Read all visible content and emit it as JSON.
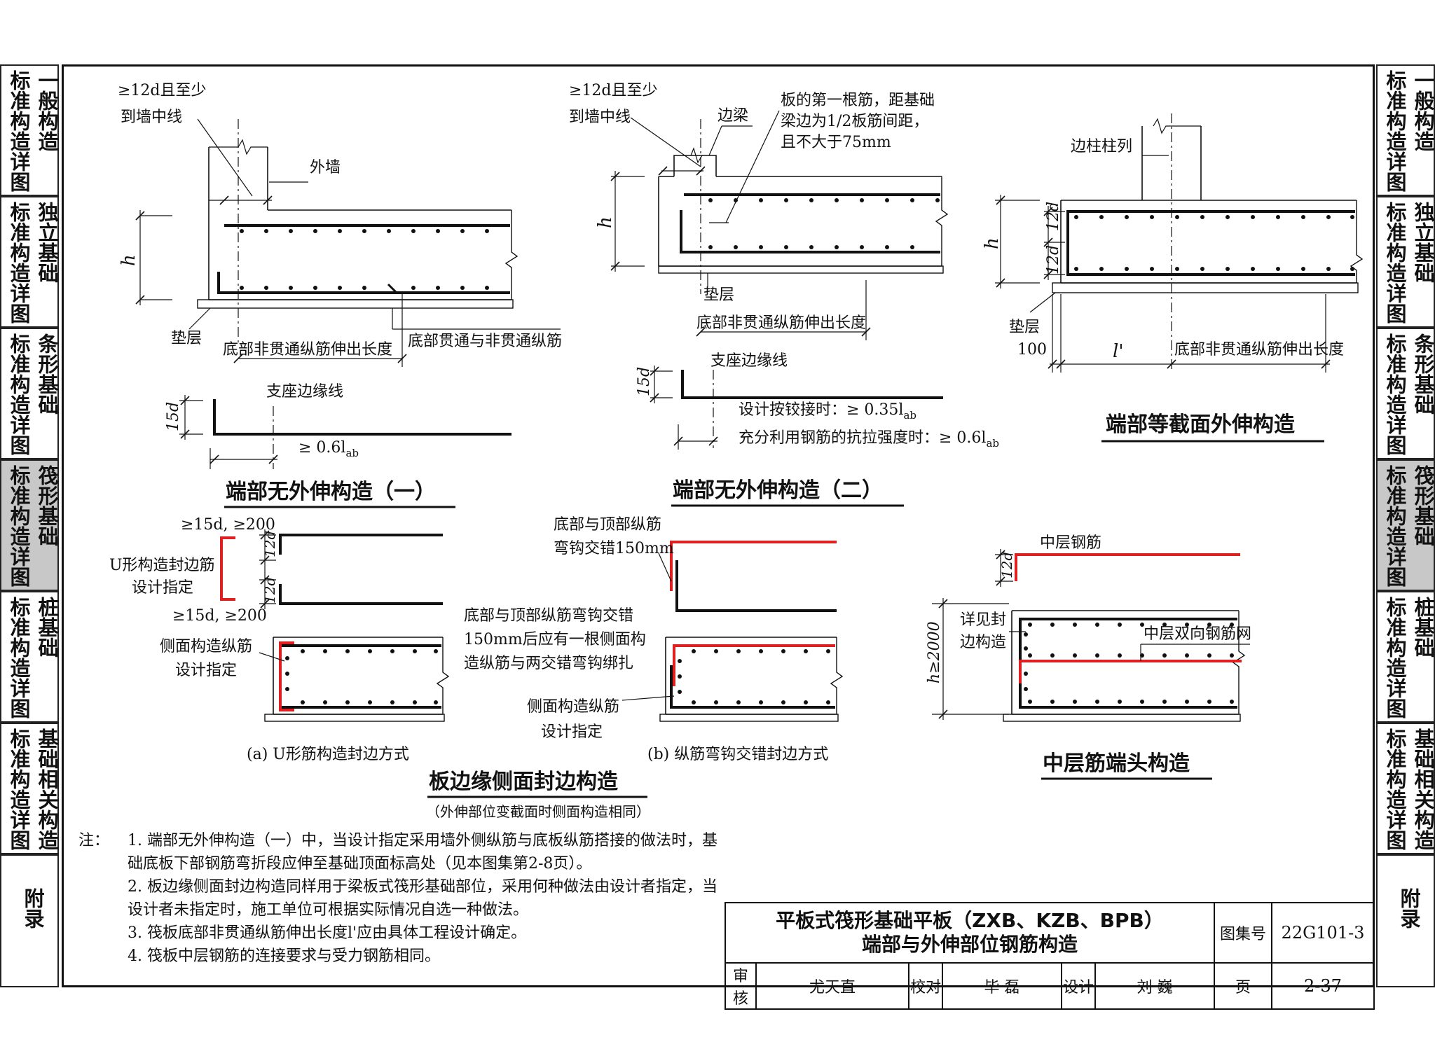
{
  "sidebar_left": [
    {
      "col1": "标准构造详图",
      "col2": "一般构造",
      "active": false
    },
    {
      "col1": "标准构造详图",
      "col2": "独立基础",
      "active": false
    },
    {
      "col1": "标准构造详图",
      "col2": "条形基础",
      "active": false
    },
    {
      "col1": "标准构造详图",
      "col2": "筏形基础",
      "active": true
    },
    {
      "col1": "标准构造详图",
      "col2": "桩基础",
      "active": false
    },
    {
      "col1": "标准构造详图",
      "col2": "基础相关构造",
      "active": false
    },
    {
      "col1": "附录",
      "col2": "",
      "active": false
    }
  ],
  "sidebar_right": [
    {
      "col1": "标准构造详图",
      "col2": "一般构造",
      "active": false
    },
    {
      "col1": "标准构造详图",
      "col2": "独立基础",
      "active": false
    },
    {
      "col1": "标准构造详图",
      "col2": "条形基础",
      "active": false
    },
    {
      "col1": "标准构造详图",
      "col2": "筏形基础",
      "active": true
    },
    {
      "col1": "标准构造详图",
      "col2": "桩基础",
      "active": false
    },
    {
      "col1": "标准构造详图",
      "col2": "基础相关构造",
      "active": false
    },
    {
      "col1": "附录",
      "col2": "",
      "active": false
    }
  ],
  "diagrams": {
    "d1": {
      "title": "端部无外伸构造（一）",
      "l_12d": "≥12d且至少",
      "l_wall": "到墙中线",
      "l_outer_wall": "外墙",
      "l_h": "h",
      "l_cushion": "垫层",
      "l_bottom_ext": "底部非贯通纵筋伸出长度",
      "l_bottom_through": "底部贯通与非贯通纵筋",
      "l_support": "支座边缘线",
      "l_15d": "15d",
      "l_06": "≥ 0.6l",
      "l_06_sub": "ab"
    },
    "d2": {
      "title": "端部无外伸构造（二）",
      "l_12d": "≥12d且至少",
      "l_wall": "到墙中线",
      "l_edge_beam": "边梁",
      "l_first_bar1": "板的第一根筋，距基础",
      "l_first_bar2": "梁边为1/2板筋间距，",
      "l_first_bar3": "且不大于75mm",
      "l_h": "h",
      "l_cushion": "垫层",
      "l_bottom_ext": "底部非贯通纵筋伸出长度",
      "l_support": "支座边缘线",
      "l_15d": "15d",
      "l_hinge": "设计按铰接时：≥ 0.35l",
      "l_hinge_sub": "ab",
      "l_full": "充分利用钢筋的抗拉强度时：≥ 0.6l",
      "l_full_sub": "ab"
    },
    "d3": {
      "title": "端部等截面外伸构造",
      "l_col": "边柱柱列",
      "l_12d_a": "12d",
      "l_12d_b": "12d",
      "l_h": "h",
      "l_cushion": "垫层",
      "l_100": "100",
      "l_lprime": "l'",
      "l_bottom_ext": "底部非贯通纵筋伸出长度"
    },
    "d4": {
      "title": "板边缘侧面封边构造",
      "subtitle": "（外伸部位变截面时侧面构造相同）",
      "a_caption": "(a)  U形筋构造封边方式",
      "b_caption": "(b)  纵筋弯钩交错封边方式",
      "a_15d_top": "≥15d, ≥200",
      "a_15d_bot": "≥15d, ≥200",
      "a_u1": "U形构造封边筋",
      "a_u2": "设计指定",
      "a_12d_1": "12d",
      "a_12d_2": "12d",
      "a_side1": "侧面构造纵筋",
      "a_side2": "设计指定",
      "b_hook1": "底部与顶部纵筋",
      "b_hook2": "弯钩交错150mm",
      "b_note1": "底部与顶部纵筋弯钩交错",
      "b_note2": "150mm后应有一根侧面构",
      "b_note3": "造纵筋与两交错弯钩绑扎",
      "b_side1": "侧面构造纵筋",
      "b_side2": "设计指定"
    },
    "d5": {
      "title": "中层筋端头构造",
      "l_mid": "中层钢筋",
      "l_12d": "12d",
      "l_see1": "详见封",
      "l_see2": "边构造",
      "l_mesh": "中层双向钢筋网",
      "l_h2000": "h≥2000"
    }
  },
  "notes": {
    "lead": "注：",
    "items": [
      "1. 端部无外伸构造（一）中，当设计指定采用墙外侧纵筋与底板纵筋搭接的做法时，基础底板下部钢筋弯折段应伸至基础顶面标高处（见本图集第2-8页）。",
      "2. 板边缘侧面封边构造同样用于梁板式筏形基础部位，采用何种做法由设计者指定，当设计者未指定时，施工单位可根据实际情况自选一种做法。",
      "3. 筏板底部非贯通纵筋伸出长度l'应由具体工程设计确定。",
      "4. 筏板中层钢筋的连接要求与受力钢筋相同。"
    ]
  },
  "title_block": {
    "title_line1": "平板式筏形基础平板（ZXB、KZB、BPB）",
    "title_line2": "端部与外伸部位钢筋构造",
    "atlas_label": "图集号",
    "atlas_no": "22G101-3",
    "review_label": "审核",
    "reviewer": "尤天直",
    "check_label": "校对",
    "checker": "毕 磊",
    "design_label": "设计",
    "designer": "刘  巍",
    "page_label": "页",
    "page_no": "2-37"
  },
  "colors": {
    "accent_red": "#e02020",
    "line": "#111111",
    "active_tab": "#c8c8c8"
  }
}
